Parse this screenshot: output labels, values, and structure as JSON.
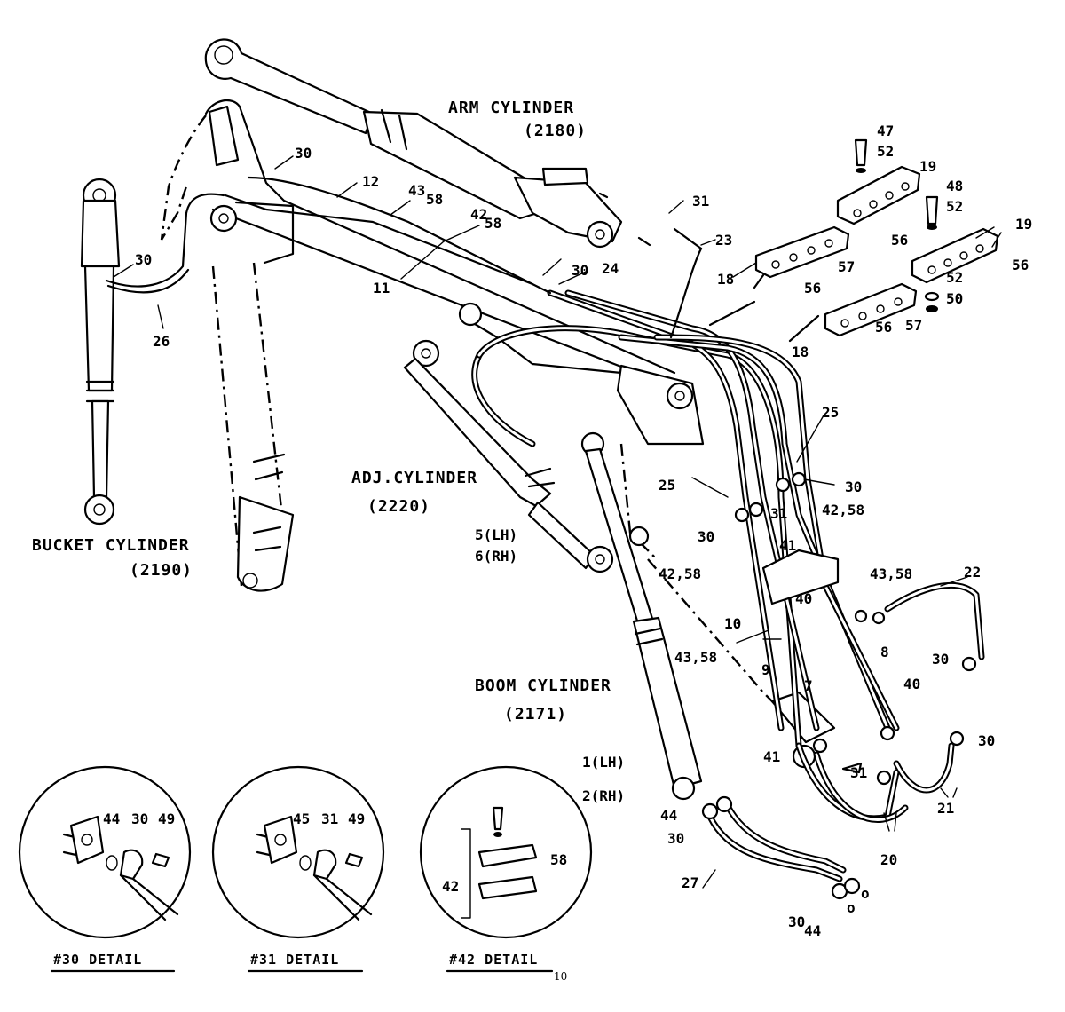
{
  "cylinders": {
    "arm": {
      "name": "ARM CYLINDER",
      "code": "(2180)"
    },
    "bucket": {
      "name": "BUCKET CYLINDER",
      "code": "(2190)"
    },
    "adj": {
      "name": "ADJ.CYLINDER",
      "code": "(2220)"
    },
    "boom": {
      "name": "BOOM CYLINDER",
      "code": "(2171)"
    }
  },
  "sides": {
    "adj_lh": "5(LH)",
    "adj_rh": "6(RH)",
    "boom_lh": "1(LH)",
    "boom_rh": "2(RH)"
  },
  "callouts": {
    "n30": "30",
    "n12": "12",
    "n43": "43",
    "n58": "58",
    "n42": "42",
    "n31": "31",
    "n23": "23",
    "n24": "24",
    "n11": "11",
    "n26": "26",
    "n47": "47",
    "n52": "52",
    "n19": "19",
    "n48": "48",
    "n18": "18",
    "n56": "56",
    "n57": "57",
    "n50": "50",
    "n25": "25",
    "n41": "41",
    "n42_58": "42,58",
    "n43_58": "43,58",
    "n10": "10",
    "n40": "40",
    "n22": "22",
    "n9": "9",
    "n8": "8",
    "n7": "7",
    "n21": "21",
    "n20": "20",
    "n27": "27",
    "n44": "44",
    "n45": "45",
    "n49": "49",
    "small_o": "o"
  },
  "details": {
    "d30": "#30 DETAIL",
    "d31": "#31 DETAIL",
    "d42": "#42 DETAIL"
  },
  "page_number": "10"
}
